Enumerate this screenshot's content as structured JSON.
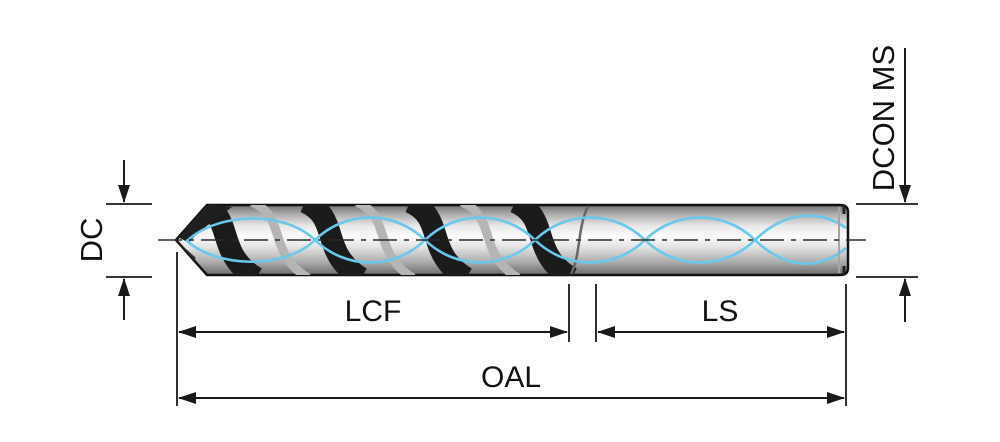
{
  "diagram": {
    "type": "technical-dimension-drawing",
    "subject": "twist-drill-side-view-with-coolant-channels",
    "dimension_labels": {
      "diameter": "DC",
      "shank_diameter": "DCON MS",
      "flute_length": "LCF",
      "shank_length": "LS",
      "overall_length": "OAL"
    },
    "colors": {
      "outline": "#111111",
      "dimension_lines": "#1a1a1a",
      "coolant_channel": "#68c8ee",
      "flute_dark": "#1b1b1b",
      "body_highlight": "#fbfbfb",
      "background": "#ffffff"
    }
  }
}
